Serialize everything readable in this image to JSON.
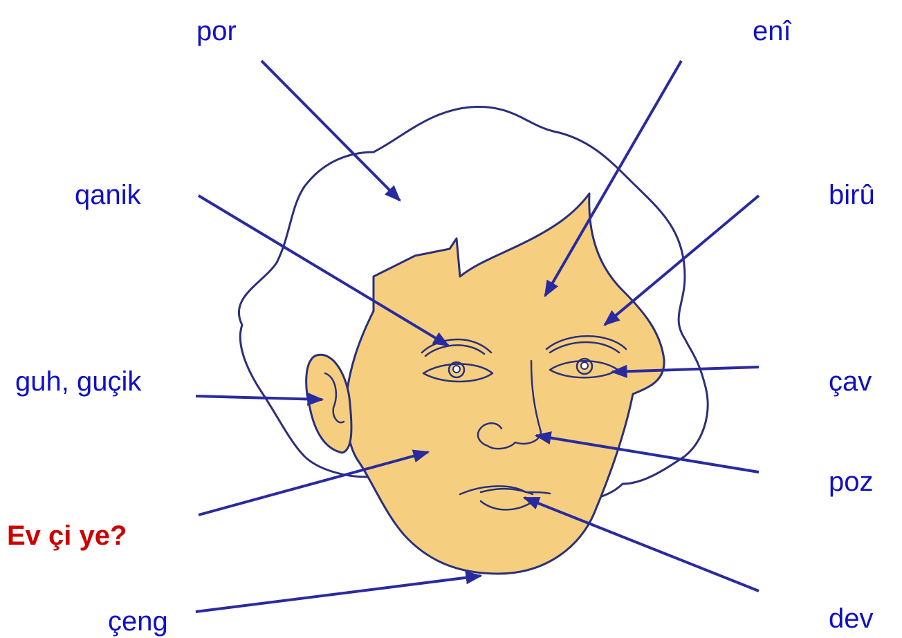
{
  "labels": {
    "por": "por",
    "eni": "enî",
    "qanik": "qanik",
    "biru": "birû",
    "guh": "guh, guçik",
    "cav": "çav",
    "poz": "poz",
    "question": "Ev çi ye?",
    "ceng": "çeng",
    "dev": "dev"
  },
  "colors": {
    "label": "#1010c8",
    "question": "#cc0000",
    "arrow": "#2a2aa0",
    "skin": "#f5cf7f",
    "outline": "#2b2f7a"
  }
}
